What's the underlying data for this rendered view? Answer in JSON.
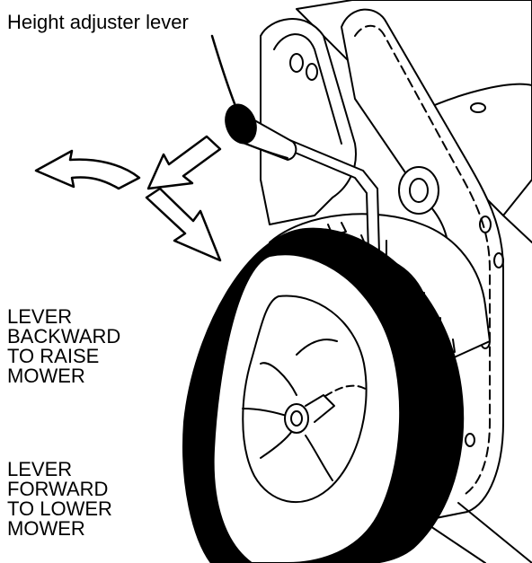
{
  "callout": "Height adjuster lever",
  "instructions": {
    "raise": "LEVER\nBACKWARD\nTO RAISE\nMOWER",
    "lower": "LEVER\nFORWARD\nTO LOWER\nMOWER"
  },
  "colors": {
    "ink": "#000000",
    "paper": "#ffffff"
  }
}
